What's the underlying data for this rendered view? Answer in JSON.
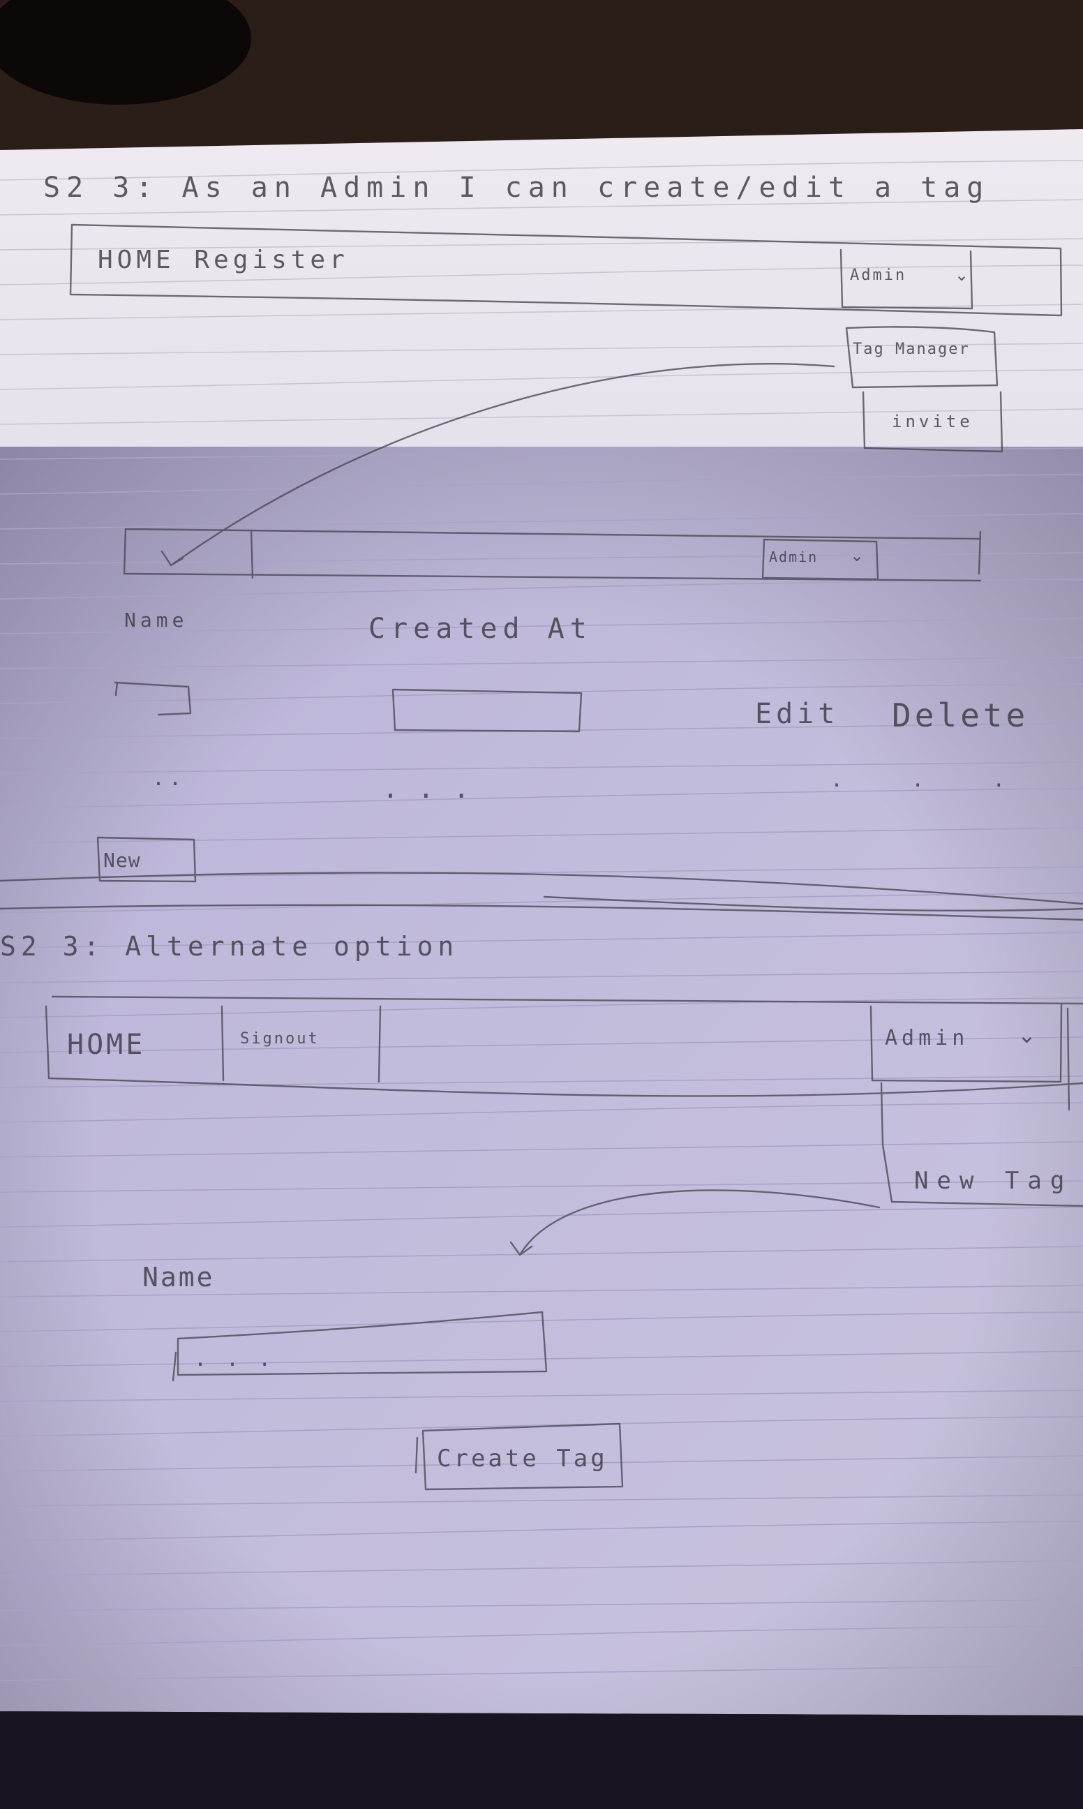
{
  "sketch_1": {
    "title": "S2 3: As an Admin I can create/edit a tag",
    "nav_left": "HOME Register",
    "admin_menu": "Admin",
    "menu_item_tag_manager": "Tag Manager",
    "menu_item_invite": "invite"
  },
  "screen_1": {
    "admin_menu": "Admin",
    "col_name": "Name",
    "col_created_at": "Created At",
    "action_edit": "Edit",
    "action_delete": "Delete",
    "ellipsis_left": "..",
    "ellipsis_mid": "...",
    "ellipsis_right": ". . .",
    "new_button": "New"
  },
  "sketch_2": {
    "title": "S2 3: Alternate option",
    "nav_home": "HOME",
    "nav_signout": "Signout",
    "admin_menu": "Admin",
    "menu_item_new_tag": "New Tag",
    "label_name": "Name",
    "name_input_value": "...",
    "create_button": "Create Tag"
  }
}
